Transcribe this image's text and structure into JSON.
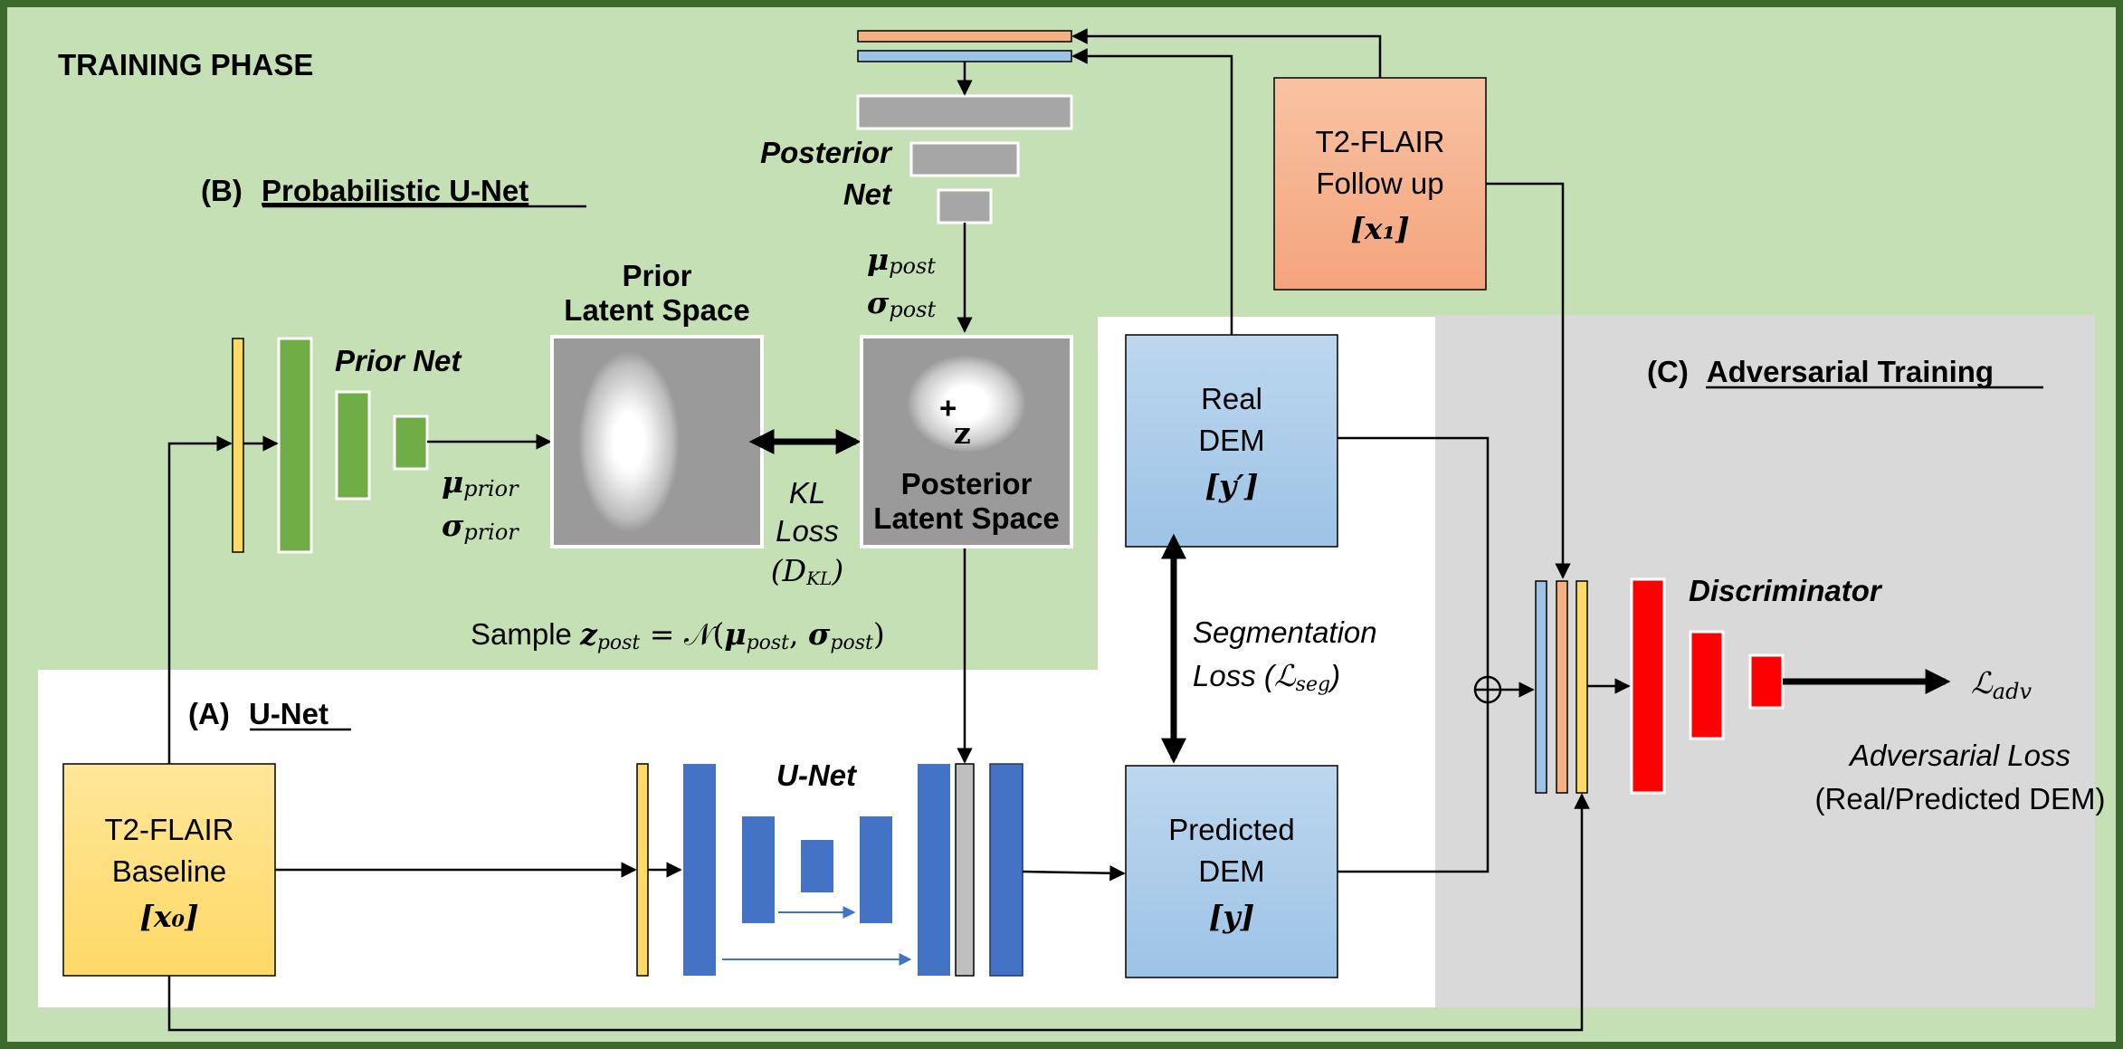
{
  "phase_title": "TRAINING PHASE",
  "sections": {
    "prob_unet": {
      "prefix": "(B)",
      "title": "Probabilistic U-Net"
    },
    "unet": {
      "prefix": "(A)",
      "title": "U-Net"
    },
    "adversarial": {
      "prefix": "(C)",
      "title": "Adversarial Training"
    }
  },
  "boxes": {
    "baseline": {
      "line1": "T2-FLAIR",
      "line2": "Baseline",
      "math": "[x₀]"
    },
    "followup": {
      "line1": "T2-FLAIR",
      "line2": "Follow up",
      "math": "[x₁]"
    },
    "real_dem": {
      "line1": "Real",
      "line2": "DEM",
      "math": "[y′]"
    },
    "pred_dem": {
      "line1": "Predicted",
      "line2": "DEM",
      "math": "[y]"
    }
  },
  "labels": {
    "posterior_net_1": "Posterior",
    "posterior_net_2": "Net",
    "prior_net": "Prior Net",
    "prior_latent_1": "Prior",
    "prior_latent_2": "Latent Space",
    "post_latent_1": "Posterior",
    "post_latent_2": "Latent Space",
    "latent_z": "z",
    "mu_post": "μpost",
    "sigma_post": "σpost",
    "mu_prior": "μprior",
    "sigma_prior": "σprior",
    "kl_1": "KL",
    "kl_2": "Loss",
    "kl_3": "(DKL)",
    "sample": "Sample zpost = 𝒩(μpost, σpost)",
    "unet_net": "U-Net",
    "seg_1": "Segmentation",
    "seg_2": "Loss (ℒseg)",
    "discriminator": "Discriminator",
    "l_adv": "ℒadv",
    "adv_loss_1": "Adversarial Loss",
    "adv_loss_2": "(Real/Predicted DEM)",
    "concat": "⊕"
  },
  "colors": {
    "green_bg": "#c5e0b4",
    "green_border": "#3c6a2e",
    "gray_bg": "#d9d9d9",
    "yellow": "#ffd966",
    "salmon": "#f4b183",
    "blue_box": "#9dc3e6",
    "green_layer": "#70ad47",
    "blue_layer": "#4472c4",
    "gray_layer": "#a6a6a6",
    "red_layer": "#ff0000"
  }
}
